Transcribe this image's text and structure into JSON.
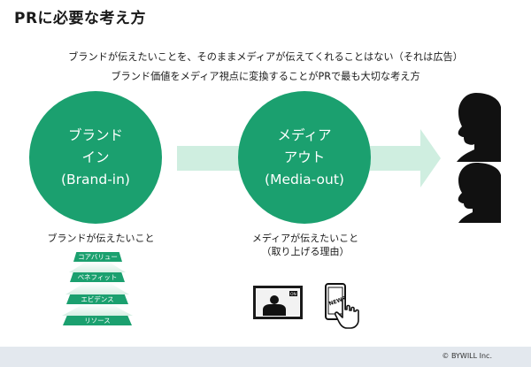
{
  "title": "PRに必要な考え方",
  "subtitles": [
    "ブランドが伝えたいことを、そのままメディアが伝えてくれることはない（それは広告）",
    "ブランド価値をメディア視点に変換することがPRで最も大切な考え方"
  ],
  "left_circle": {
    "lines": [
      "ブランド",
      "イン",
      "(Brand-in)"
    ]
  },
  "right_circle": {
    "lines": [
      "メディア",
      "アウト",
      "(Media-out)"
    ]
  },
  "left_caption": "ブランドが伝えたいこと",
  "right_caption": [
    "メディアが伝えたいこと",
    "（取り上げる理由）"
  ],
  "pyramid": [
    "コアバリュー",
    "ベネフィット",
    "エビデンス",
    "リソース"
  ],
  "tv_screen_text": "ON",
  "phone_screen_text": "NEWS",
  "footer": "© BYWILL Inc.",
  "colors": {
    "primary_green": "#1ba06f",
    "arrow_green": "#cfeee0",
    "footer_bg": "#e3e8ee"
  },
  "icons": [
    "tv-icon",
    "smartphone-news-icon",
    "person-silhouette-icon"
  ]
}
